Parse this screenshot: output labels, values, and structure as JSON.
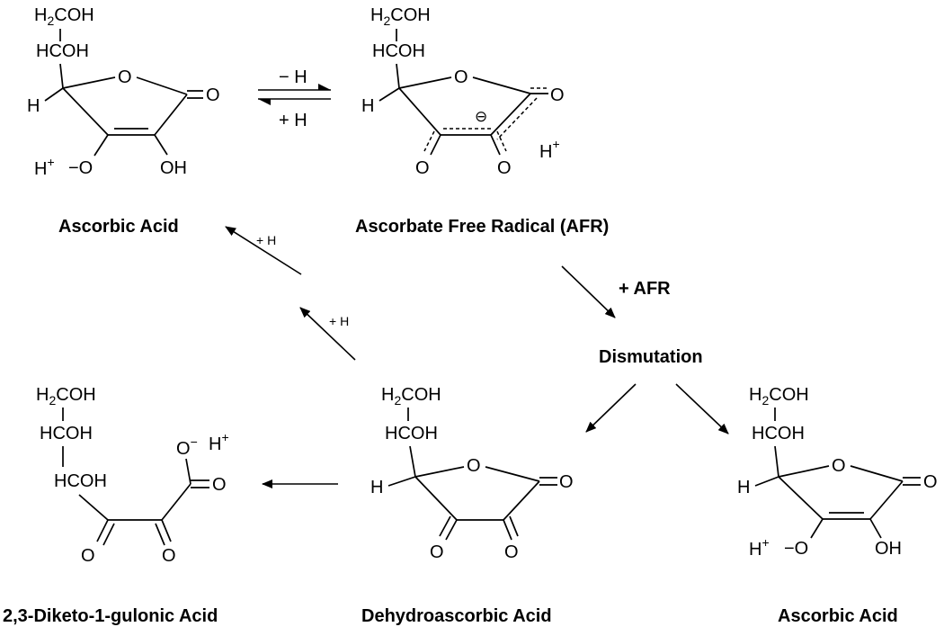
{
  "molecules": {
    "ascorbic_top": {
      "ch2oh": "H2COH",
      "choh": "HCOH",
      "ring_o": "O",
      "carbonyl_o": "O",
      "h_left": "H",
      "h_plus": "H",
      "plus_sign": "+",
      "minus_o": "−O",
      "oh": "OH",
      "label": "Ascorbic Acid"
    },
    "afr": {
      "ch2oh": "H2COH",
      "choh": "HCOH",
      "ring_o": "O",
      "carbonyl_o": "O",
      "h_left": "H",
      "o_left": "O",
      "o_right": "O",
      "radical_charge": "⊖",
      "h_plus": "H",
      "plus_sign": "+",
      "label": "Ascorbate Free Radical (AFR)"
    },
    "diketo": {
      "ch2oh": "H2COH",
      "choh1": "HCOH",
      "choh2": "HCOH",
      "o_minus": "O",
      "minus_sign": "−",
      "h_plus": "H",
      "plus_sign": "+",
      "o_carboxyl": "O",
      "o1": "O",
      "o2": "O",
      "label": "2,3-Diketo-1-gulonic Acid"
    },
    "dehydro": {
      "ch2oh": "H2COH",
      "choh": "HCOH",
      "ring_o": "O",
      "carbonyl_o": "O",
      "h_left": "H",
      "o_left": "O",
      "o_right": "O",
      "label": "Dehydroascorbic Acid"
    },
    "ascorbic_bottom": {
      "ch2oh": "H2COH",
      "choh": "HCOH",
      "ring_o": "O",
      "carbonyl_o": "O",
      "h_left": "H",
      "h_plus": "H",
      "plus_sign": "+",
      "minus_o": "−O",
      "oh": "OH",
      "label": "Ascorbic Acid"
    }
  },
  "arrows": {
    "equilibrium_forward": "− H",
    "equilibrium_reverse": "+ H",
    "afr_to_dismutation": "+ AFR",
    "dehydro_to_ascorbic_lower": "+ H",
    "dehydro_to_ascorbic_upper": "+ H"
  },
  "dismutation_label": "Dismutation"
}
